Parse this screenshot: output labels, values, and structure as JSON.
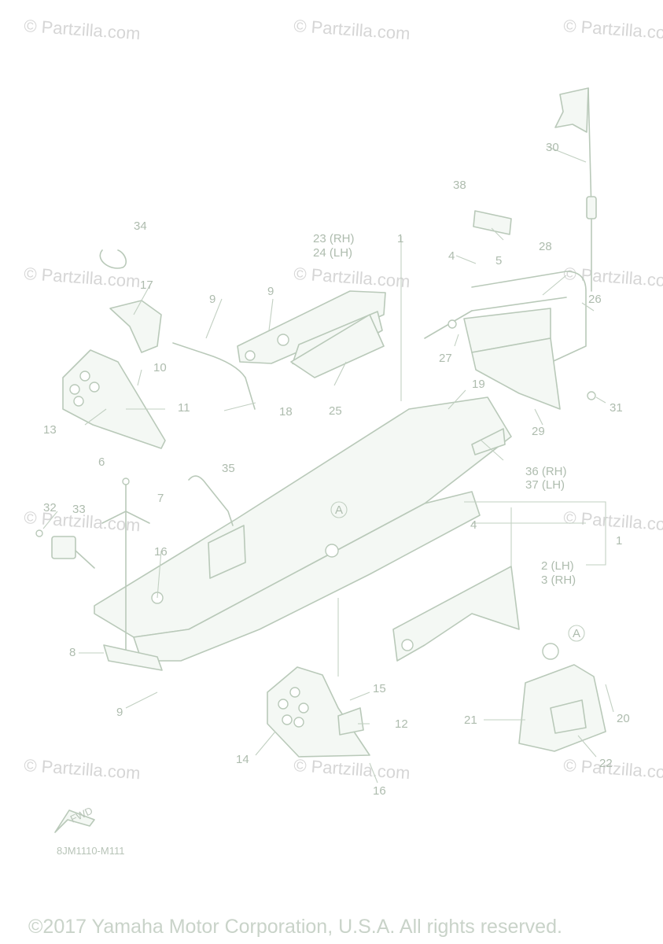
{
  "diagram": {
    "watermark_text": "© Partzilla.com",
    "callouts": {
      "c30": "30",
      "c38": "38",
      "c34": "34",
      "c23_24_a": "23 (RH)",
      "c23_24_b": "24 (LH)",
      "c1_top": "1",
      "c4_top": "4",
      "c5": "5",
      "c28": "28",
      "c26": "26",
      "c17": "17",
      "c9_a": "9",
      "c9_b": "9",
      "c27": "27",
      "c10": "10",
      "c11": "11",
      "c18": "18",
      "c25": "25",
      "c19": "19",
      "c31": "31",
      "c13": "13",
      "c29": "29",
      "c36_a": "36 (RH)",
      "c36_b": "37 (LH)",
      "c6": "6",
      "c35": "35",
      "c7": "7",
      "c32": "32",
      "c33": "33",
      "cA_mid": "A",
      "c4_mid": "4",
      "c1_mid": "1",
      "c16_a": "16",
      "c2_a": "2 (LH)",
      "c2_b": "3 (RH)",
      "c8": "8",
      "cA_right": "A",
      "c15": "15",
      "c12": "12",
      "c9_c": "9",
      "c21": "21",
      "c20": "20",
      "c14": "14",
      "c22": "22",
      "c16_b": "16"
    },
    "fwd_label": "FWD",
    "drawing_code": "8JM1110-M111",
    "copyright": "©2017 Yamaha Motor Corporation, U.S.A. All rights reserved."
  },
  "colors": {
    "line": "#b9c9b9",
    "callout": "#aebcae",
    "watermark": "#d6d6d6",
    "background": "#ffffff"
  }
}
